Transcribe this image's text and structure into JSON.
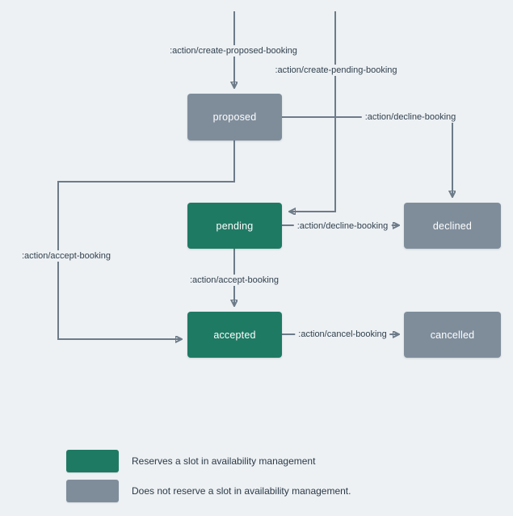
{
  "colors": {
    "background": "#edf1f4",
    "reserving_state": "#1f7a64",
    "non_reserving_state": "#7f8d9b",
    "edge": "#6d7b89",
    "label_text": "#32414e"
  },
  "diagram": {
    "nodes": {
      "proposed": {
        "label": "proposed"
      },
      "pending": {
        "label": "pending"
      },
      "declined": {
        "label": "declined"
      },
      "accepted": {
        "label": "accepted"
      },
      "cancelled": {
        "label": "cancelled"
      }
    },
    "edges": {
      "create_proposed": {
        "label": ":action/create-proposed-booking"
      },
      "create_pending": {
        "label": ":action/create-pending-booking"
      },
      "decline_from_proposed": {
        "label": ":action/decline-booking"
      },
      "decline_from_pending": {
        "label": ":action/decline-booking"
      },
      "accept_from_proposed": {
        "label": ":action/accept-booking"
      },
      "accept_from_pending": {
        "label": ":action/accept-booking"
      },
      "cancel_from_accepted": {
        "label": ":action/cancel-booking"
      }
    }
  },
  "legend": {
    "reserving": {
      "label": "Reserves a slot in availability management"
    },
    "non_reserving": {
      "label": "Does not reserve a slot in availability management."
    }
  }
}
